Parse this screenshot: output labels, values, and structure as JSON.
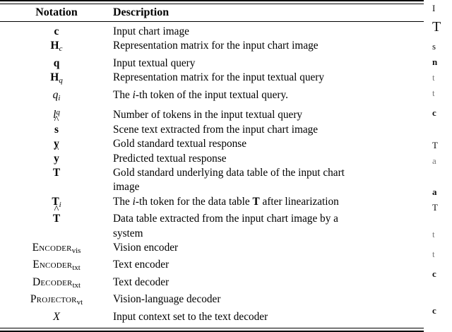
{
  "document": {
    "type": "academic-paper-notation-table",
    "table": {
      "headers": {
        "notation": "Notation",
        "description": "Description"
      },
      "rows": [
        {
          "notation_plain": "c",
          "description": "Input chart image"
        },
        {
          "notation_plain": "H_c",
          "description": "Representation matrix for the input chart image"
        },
        {
          "notation_plain": "q",
          "description": "Input textual query"
        },
        {
          "notation_plain": "H_q",
          "description": "Representation matrix for the input textual query"
        },
        {
          "notation_plain": "q_i",
          "description": "The i-th token of the input textual query."
        },
        {
          "notation_plain": "l^q",
          "description": "Number of tokens in the input textual query"
        },
        {
          "notation_plain": "s-hat",
          "description": "Scene text extracted from the input chart image"
        },
        {
          "notation_plain": "y",
          "description": "Gold standard textual response"
        },
        {
          "notation_plain": "y-hat",
          "description": "Predicted textual response"
        },
        {
          "notation_plain": "T",
          "description": "Gold standard underlying data table of the input chart image"
        },
        {
          "notation_plain": "T_i",
          "description": "The i-th token for the data table T after linearization"
        },
        {
          "notation_plain": "T-hat",
          "description": "Data table extracted from the input chart image by a system"
        },
        {
          "notation_plain": "ENCODER_vis",
          "description": "Vision encoder"
        },
        {
          "notation_plain": "ENCODER_txt",
          "description": "Text encoder"
        },
        {
          "notation_plain": "DECODER_txt",
          "description": "Text decoder"
        },
        {
          "notation_plain": "PROJECTOR_vt",
          "description": "Vision-language decoder"
        },
        {
          "notation_plain": "X-cal",
          "description": "Input context set to the text decoder"
        }
      ],
      "row_descriptions": {
        "r1": "Input chart image",
        "r2": "Representation matrix for the input chart image",
        "r3": "Input textual query",
        "r4": "Representation matrix for the input textual query",
        "r5": "The i-th token of the input textual query.",
        "r6": "Number of tokens in the input textual query",
        "r7": "Scene text extracted from the input chart image",
        "r8": "Gold standard textual response",
        "r9": "Predicted textual response",
        "r10_line1": "Gold standard underlying data table of the input chart",
        "r10_line2": "image",
        "r11": "The i-th token for the data table T after linearization",
        "r12_line1": "Data table extracted from the input chart image by a",
        "r12_line2": "system",
        "r13": "Vision encoder",
        "r14": "Text encoder",
        "r15": "Text decoder",
        "r16": "Vision-language decoder",
        "r17": "Input context set to the text decoder"
      },
      "notation_parts": {
        "r5_prefix": "The ",
        "r5_italic_i": "i",
        "r5_suffix": "-th token of the input textual query.",
        "r11_prefix": "The ",
        "r11_italic_i": "i",
        "r11_mid": "-th token for the data table ",
        "r11_bold_T": "T",
        "r11_suffix": " after linearization",
        "sc_encoder": "Encoder",
        "sc_decoder": "Decoder",
        "sc_projector": "Projector",
        "sub_vis": "vis",
        "sub_txt": "txt",
        "sub_vt": "vt",
        "sym_c": "c",
        "sym_H": "H",
        "sym_q": "q",
        "sym_l": "l",
        "sym_s": "s",
        "sym_y": "y",
        "sym_T": "T",
        "sym_X": "X",
        "sub_c": "c",
        "sub_q": "q",
        "sub_i": "i",
        "sup_q": "q",
        "hat": "^"
      }
    }
  },
  "neighbour_column": {
    "note": "cropped sliver of adjacent text column at right edge",
    "lines": [
      "I",
      "T",
      "s",
      "n",
      "t",
      "t",
      "c",
      "T",
      "a",
      "a",
      "T",
      "t",
      "t",
      "c",
      "c"
    ]
  },
  "colors": {
    "page_background": "#ffffff",
    "text": "#000000",
    "rule": "#000000",
    "faint_text": "#777777"
  }
}
